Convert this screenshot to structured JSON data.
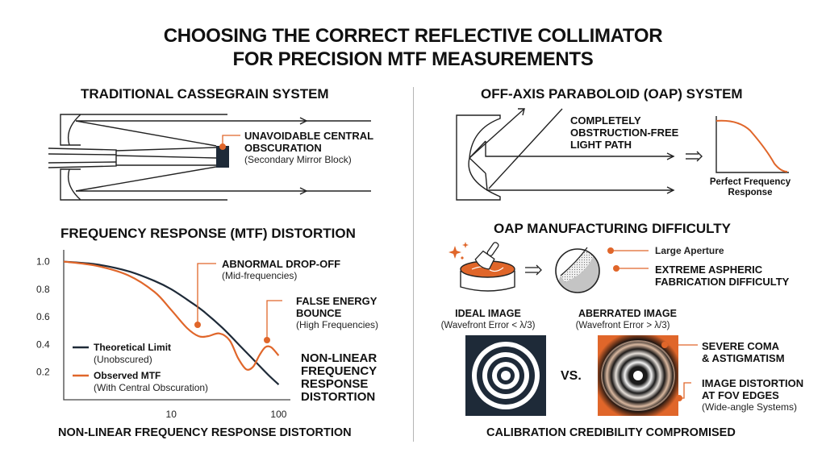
{
  "title": {
    "line1": "CHOOSING THE CORRECT REFLECTIVE COLLIMATOR",
    "line2": "FOR PRECISION MTF MEASUREMENTS"
  },
  "colors": {
    "accent": "#E0662A",
    "dark": "#1E2A38",
    "line": "#222222",
    "divider": "#B5B5B5"
  },
  "cassegrain": {
    "heading": "TRADITIONAL CASSEGRAIN SYSTEM",
    "callout_title_1": "UNAVOIDABLE CENTRAL",
    "callout_title_2": "OBSCURATION",
    "callout_sub": "(Secondary Mirror Block)"
  },
  "oap": {
    "heading": "OFF-AXIS PARABOLOID (OAP) SYSTEM",
    "callout_1": "COMPLETELY",
    "callout_2": "OBSTRUCTION-FREE",
    "callout_3": "LIGHT PATH",
    "response_label_1": "Perfect Frequency",
    "response_label_2": "Response"
  },
  "mtf": {
    "heading": "FREQUENCY RESPONSE (MTF) DISTORTION",
    "footer": "NON-LINEAR FREQUENCY RESPONSE DISTORTION",
    "side_label_1": "NON-LINEAR",
    "side_label_2": "FREQUENCY",
    "side_label_3": "RESPONSE",
    "side_label_4": "DISTORTION",
    "annotation_drop_title": "ABNORMAL DROP-OFF",
    "annotation_drop_sub": "(Mid-frequencies)",
    "annotation_bounce_title_1": "FALSE ENERGY",
    "annotation_bounce_title_2": "BOUNCE",
    "annotation_bounce_sub": "(High Frequencies)"
  },
  "chart_data": {
    "type": "line",
    "title": "FREQUENCY RESPONSE (MTF) DISTORTION",
    "xlabel": "",
    "ylabel": "",
    "x_scale": "log",
    "xlim": [
      1,
      120
    ],
    "ylim": [
      0,
      1.05
    ],
    "x_ticks": [
      10,
      100
    ],
    "x_tick_labels": [
      "10",
      "100"
    ],
    "y_ticks": [
      0.2,
      0.4,
      0.6,
      0.8,
      1.0
    ],
    "y_tick_labels": [
      "0.2",
      "0.4",
      "0.6",
      "0.8",
      "1.0"
    ],
    "grid": false,
    "legend": "bottom-left",
    "series": [
      {
        "name": "Theoretical Limit",
        "sub": "(Unobscured)",
        "color": "#1E2A38",
        "x": [
          1,
          2,
          4,
          7,
          10,
          15,
          20,
          30,
          45,
          60,
          80,
          100
        ],
        "y": [
          1.0,
          0.98,
          0.93,
          0.86,
          0.8,
          0.71,
          0.64,
          0.52,
          0.38,
          0.28,
          0.18,
          0.11
        ]
      },
      {
        "name": "Observed MTF",
        "sub": "(With Central Obscuration)",
        "color": "#E0662A",
        "x": [
          1,
          2,
          4,
          7,
          10,
          14,
          18,
          22,
          28,
          35,
          42,
          50,
          58,
          66,
          75,
          85,
          100
        ],
        "y": [
          1.0,
          0.97,
          0.9,
          0.78,
          0.65,
          0.52,
          0.46,
          0.46,
          0.48,
          0.43,
          0.3,
          0.22,
          0.24,
          0.32,
          0.38,
          0.38,
          0.32
        ]
      }
    ]
  },
  "manufacturing": {
    "heading": "OAP MANUFACTURING DIFFICULTY",
    "label_aperture": "Large Aperture",
    "label_difficulty_1": "EXTREME ASPHERIC",
    "label_difficulty_2": "FABRICATION DIFFICULTY"
  },
  "comparison": {
    "ideal_title": "IDEAL IMAGE",
    "ideal_sub": "(Wavefront Error < λ/3)",
    "aberrated_title": "ABERRATED IMAGE",
    "aberrated_sub": "(Wavefront Error > λ/3)",
    "vs": "VS.",
    "coma_1": "SEVERE COMA",
    "coma_2": "& ASTIGMATISM",
    "distortion_1": "IMAGE DISTORTION",
    "distortion_2": "AT FOV EDGES",
    "distortion_sub": "(Wide-angle Systems)",
    "footer": "CALIBRATION CREDIBILITY COMPROMISED"
  }
}
